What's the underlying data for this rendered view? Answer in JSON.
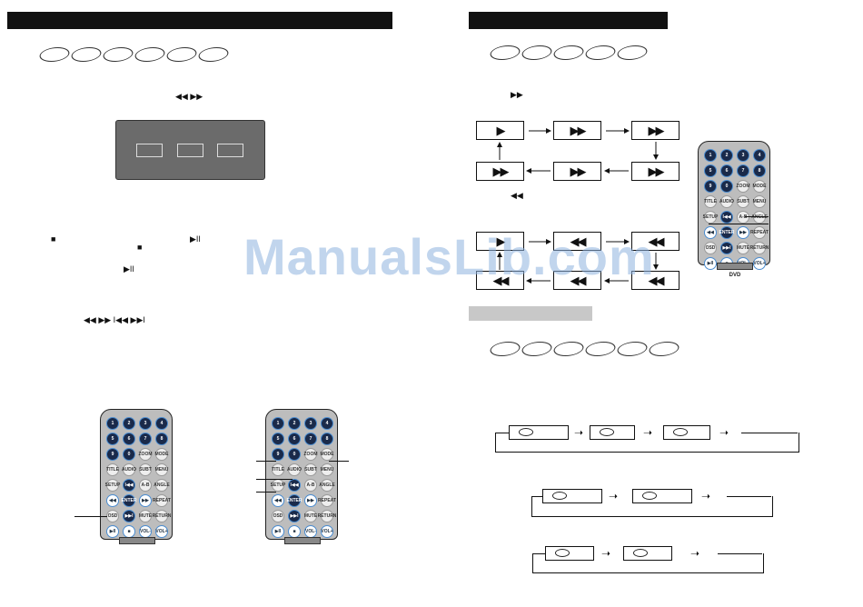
{
  "watermark": "ManualsLib.com",
  "left_page": {
    "glyphs": {
      "rew_ff": "◀◀ ▶▶",
      "stop_1": "■",
      "play_pause_1": "▶II",
      "stop_2": "■",
      "play_pause_2": "▶II",
      "skip_row": "◀◀ ▶▶ I◀◀ ▶▶I"
    }
  },
  "right_page": {
    "glyphs": {
      "ff_small": "▶▶",
      "rew_small": "◀◀"
    },
    "ff_cycle": [
      "▶",
      "▶▶",
      "▶▶",
      "▶▶",
      "▶▶",
      "▶▶"
    ],
    "rew_cycle": [
      "▶",
      "◀◀",
      "◀◀",
      "◀◀",
      "◀◀",
      "◀◀"
    ]
  },
  "remote_keys": [
    {
      "label": "1",
      "style": "d"
    },
    {
      "label": "2",
      "style": "d"
    },
    {
      "label": "3",
      "style": "d"
    },
    {
      "label": "4",
      "style": "d"
    },
    {
      "label": "5",
      "style": "d"
    },
    {
      "label": "6",
      "style": "d"
    },
    {
      "label": "7",
      "style": "d"
    },
    {
      "label": "8",
      "style": "d"
    },
    {
      "label": "9",
      "style": "d"
    },
    {
      "label": "0",
      "style": "d"
    },
    {
      "label": "ZOOM",
      "style": "l"
    },
    {
      "label": "MODE",
      "style": "l"
    },
    {
      "label": "TITLE",
      "style": "l"
    },
    {
      "label": "AUDIO",
      "style": "l"
    },
    {
      "label": "SUBT",
      "style": "l"
    },
    {
      "label": "MENU",
      "style": "l"
    },
    {
      "label": "SETUP",
      "style": "l"
    },
    {
      "label": "I◀◀",
      "style": "d"
    },
    {
      "label": "A-B",
      "style": "l"
    },
    {
      "label": "ANGLE",
      "style": "l"
    },
    {
      "label": "◀◀",
      "style": "b"
    },
    {
      "label": "ENTER",
      "style": "d"
    },
    {
      "label": "▶▶",
      "style": "b"
    },
    {
      "label": "REPEAT",
      "style": "l"
    },
    {
      "label": "OSD",
      "style": "l"
    },
    {
      "label": "▶▶I",
      "style": "d"
    },
    {
      "label": "MUTE",
      "style": "l"
    },
    {
      "label": "RETURN",
      "style": "l"
    },
    {
      "label": "▶II",
      "style": "b"
    },
    {
      "label": "■",
      "style": "b"
    },
    {
      "label": "VOL-",
      "style": "b"
    },
    {
      "label": "VOL+",
      "style": "b"
    }
  ],
  "remote_logo": "DVD"
}
